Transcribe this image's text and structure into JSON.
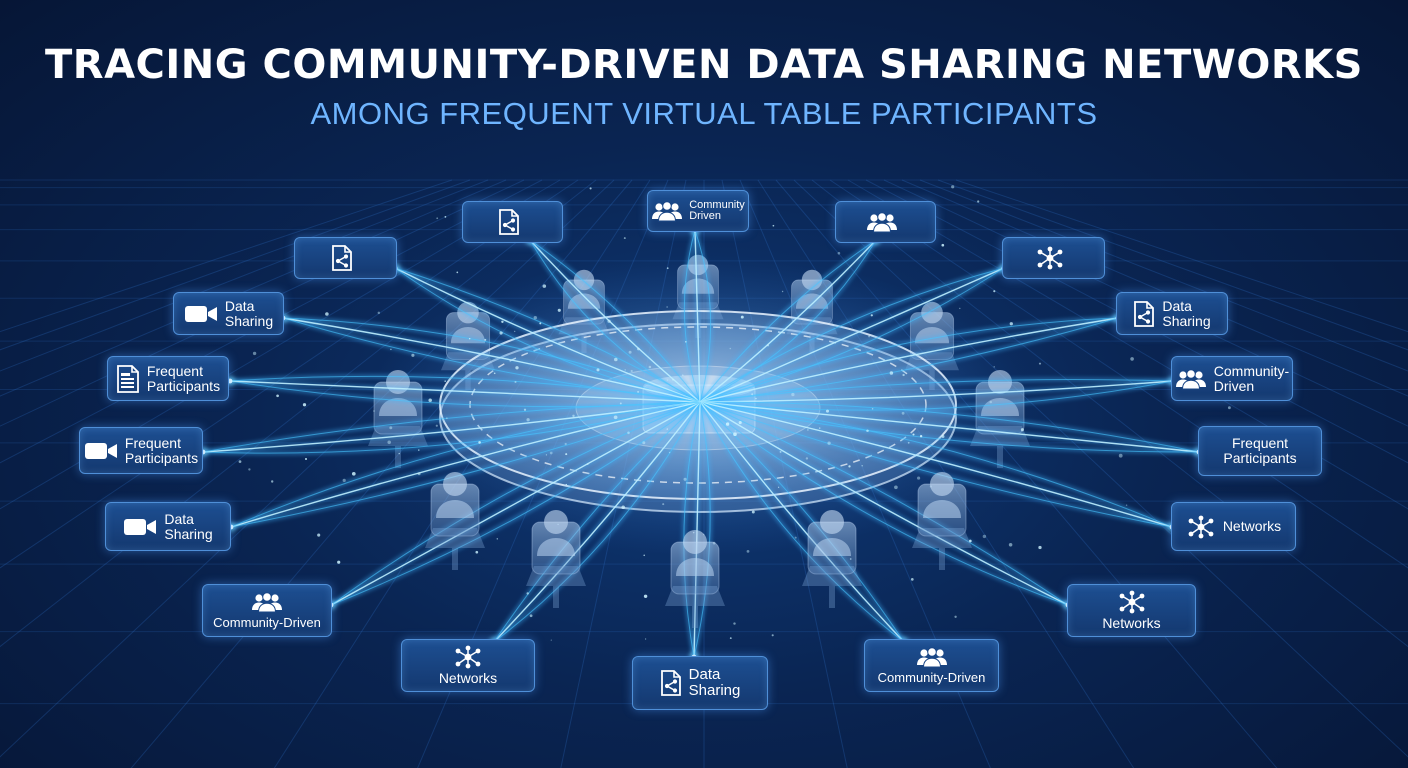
{
  "header": {
    "title": "TRACING COMMUNITY-DRIVEN DATA SHARING NETWORKS",
    "subtitle": "AMONG FREQUENT VIRTUAL TABLE PARTICIPANTS"
  },
  "colors": {
    "background": "#0a2553",
    "accent": "#6fb5ff",
    "node_fill": "#1a4686",
    "node_border": "#4f8fd8",
    "connector": "#3fc8ff"
  },
  "nodes": [
    {
      "id": "n1",
      "icon": "share-document-icon",
      "label": ""
    },
    {
      "id": "n2",
      "icon": "people-icon",
      "label": "Community\nDriven"
    },
    {
      "id": "n3",
      "icon": "people-icon",
      "label": ""
    },
    {
      "id": "n4",
      "icon": "share-document-icon",
      "label": ""
    },
    {
      "id": "n5",
      "icon": "network-icon",
      "label": ""
    },
    {
      "id": "n6",
      "icon": "video-camera-icon",
      "label": "Data\nSharing"
    },
    {
      "id": "n7",
      "icon": "share-document-icon",
      "label": "Data\nSharing"
    },
    {
      "id": "n8",
      "icon": "document-list-icon",
      "label": "Frequent\nParticipants"
    },
    {
      "id": "n9",
      "icon": "people-icon",
      "label": "Community-\nDriven"
    },
    {
      "id": "n10",
      "icon": "video-camera-icon",
      "label": "Frequent\nParticipants"
    },
    {
      "id": "n11",
      "icon": "none",
      "label": "Frequent\nParticipants"
    },
    {
      "id": "n12",
      "icon": "video-camera-icon",
      "label": "Data\nSharing"
    },
    {
      "id": "n13",
      "icon": "network-icon",
      "label": "Networks"
    },
    {
      "id": "n14",
      "icon": "people-icon",
      "label": "Community-Driven"
    },
    {
      "id": "n15",
      "icon": "network-icon",
      "label": "Networks"
    },
    {
      "id": "n16",
      "icon": "network-icon",
      "label": "Networks"
    },
    {
      "id": "n17",
      "icon": "share-document-icon",
      "label": "Data\nSharing"
    },
    {
      "id": "n18",
      "icon": "people-icon",
      "label": "Community-Driven"
    }
  ]
}
